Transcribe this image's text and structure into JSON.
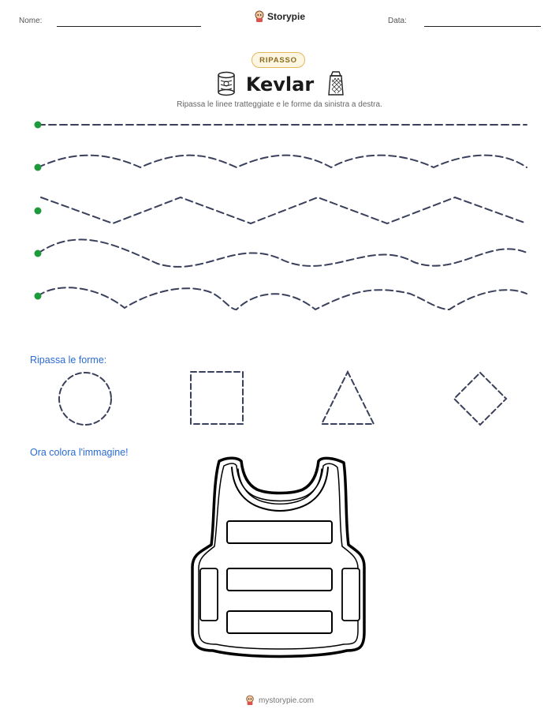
{
  "header": {
    "name_label": "Nome:",
    "brand_name": "Storypie",
    "date_label": "Data:"
  },
  "worksheet": {
    "badge": "RIPASSO",
    "title": "Kevlar",
    "instructions": "Ripassa le linee tratteggiate e le forme da sinistra a destra."
  },
  "shapes_section": {
    "label": "Ripassa le forme:",
    "shapes": [
      "circle",
      "square",
      "triangle",
      "diamond"
    ]
  },
  "coloring_section": {
    "label": "Ora colora l'immagine!",
    "picture": "bulletproof-vest"
  },
  "footer": {
    "site": "mystorypie.com"
  },
  "colors": {
    "dashed_line": "#3a3f5c",
    "start_dot": "#1e9a3c",
    "section_label": "#2a6bd4",
    "badge_border": "#e3b85a"
  }
}
